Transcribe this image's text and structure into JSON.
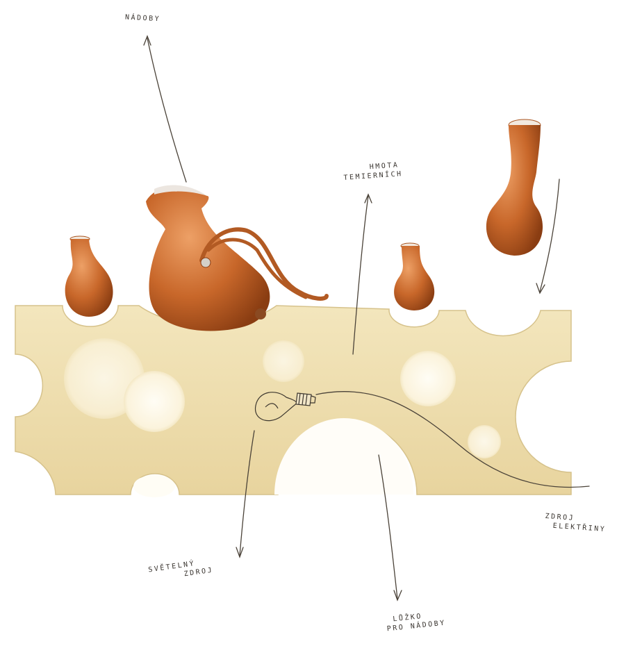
{
  "labels": {
    "vessels": "NÁDOBY",
    "mass_top": "HMOTA",
    "mass_bottom": "TEMIERNÍCH",
    "light_top": "SVĚTELNÝ",
    "light_bottom": "ZDROJ",
    "heat_top": "ZDROJ",
    "heat_bottom": "ELEKTŘINY",
    "bed_top": "LŮŽKO",
    "bed_bottom": "PRO NÁDOBY"
  },
  "icons": [
    "light-bulb-icon"
  ],
  "colors": {
    "slab_fill": "#efdfb0",
    "slab_edge": "#d9c48c",
    "vessel": "#c8672a",
    "vessel_highlight": "#e89a5a",
    "ink": "#4a4238"
  }
}
